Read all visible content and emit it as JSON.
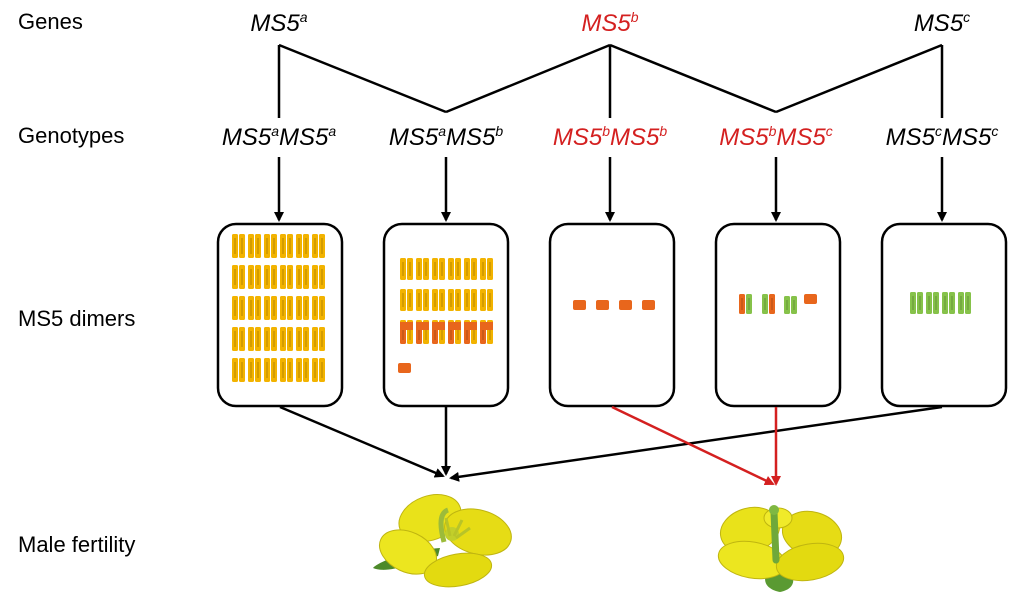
{
  "row_labels": {
    "genes": "Genes",
    "genotypes": "Genotypes",
    "dimers": "MS5 dimers",
    "fertility": "Male fertility"
  },
  "genes": [
    {
      "base": "MS5",
      "sup": "a",
      "color": "#000000"
    },
    {
      "base": "MS5",
      "sup": "b",
      "color": "#d42020"
    },
    {
      "base": "MS5",
      "sup": "c",
      "color": "#000000"
    }
  ],
  "genotypes": [
    {
      "base1": "MS5",
      "sup1": "a",
      "base2": "MS5",
      "sup2": "a",
      "color": "#000000"
    },
    {
      "base1": "MS5",
      "sup1": "a",
      "base2": "MS5",
      "sup2": "b",
      "color": "#000000"
    },
    {
      "base1": "MS5",
      "sup1": "b",
      "base2": "MS5",
      "sup2": "b",
      "color": "#d42020"
    },
    {
      "base1": "MS5",
      "sup1": "b",
      "base2": "MS5",
      "sup2": "c",
      "color": "#d42020"
    },
    {
      "base1": "MS5",
      "sup1": "c",
      "base2": "MS5",
      "sup2": "c",
      "color": "#000000"
    }
  ],
  "colors": {
    "yellow_dimer": "#f2b300",
    "orange_dimer": "#e8661c",
    "green_dimer": "#86c24a",
    "red_arrow": "#d42020",
    "black_arrow": "#000000",
    "flower_petal": "#e9e21a"
  }
}
